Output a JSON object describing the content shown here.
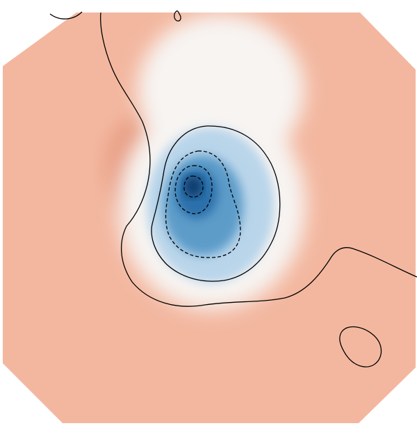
{
  "chart_data": {
    "type": "heatmap",
    "subtype": "topographic-contour-map",
    "title": "",
    "xlabel": "",
    "ylabel": "",
    "colormap": "RdBu_r",
    "grid": false,
    "legend": "none",
    "colors": {
      "background": "#ffffff",
      "positive_field": "#f3b79f",
      "positive_strong": "#e79b82",
      "neutral": "#f7f4f2",
      "negative_light": "#b9d5ea",
      "negative_mid": "#5d9cc9",
      "negative_strong": "#2c6fab",
      "negative_peak": "#0b3b6b",
      "contour_line": "#000000"
    },
    "field_extrema": [
      {
        "kind": "negative-peak",
        "relative_value": -1.0
      },
      {
        "kind": "positive-peak",
        "relative_value": 0.35
      }
    ],
    "contours": [
      {
        "level": "zero",
        "style": "solid",
        "count": 4
      },
      {
        "level": "negative",
        "style": "dashed",
        "count": 3
      }
    ]
  }
}
